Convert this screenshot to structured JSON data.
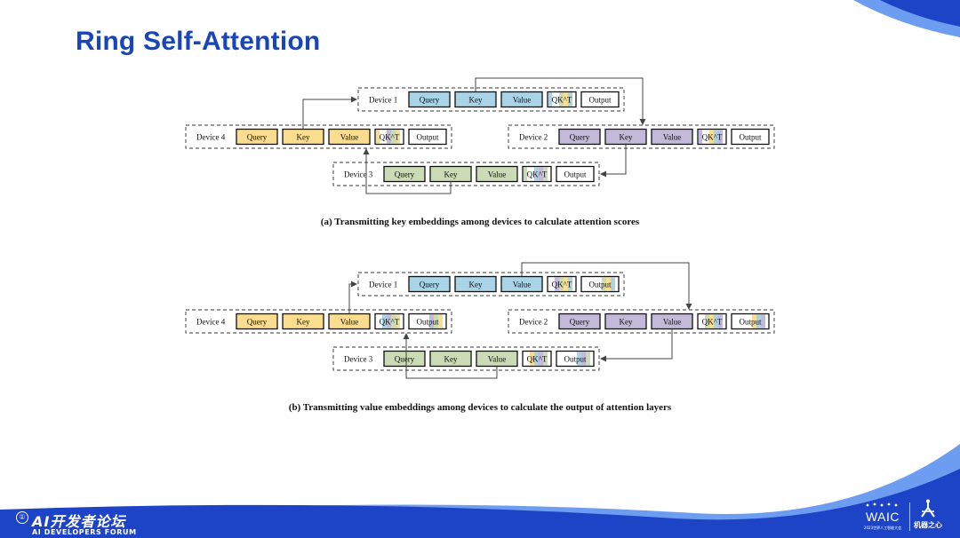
{
  "slide": {
    "title": "Ring Self-Attention",
    "footer_left": {
      "title_cn": "AI开发者论坛",
      "title_en": "AI DEVELOPERS FORUM",
      "badge": "①"
    },
    "footer_right": {
      "logo_word": "WAIC",
      "logo_sub": "2023世界人工智能大会",
      "partner_label": "机器之心"
    }
  },
  "colors": {
    "title": "#1845b8",
    "device1": "#a9d3e6",
    "device2": "#c3b9d8",
    "device3": "#cadbb6",
    "device4": "#fbdd8f",
    "ribbon_dark": "#1d43c6",
    "ribbon_light": "#6d9df0"
  },
  "diagrams": [
    {
      "caption": "(a) Transmitting key embeddings among devices to calculate attention scores",
      "devices": [
        {
          "label": "Device 1",
          "color_key": "device1",
          "blocks": [
            "Query",
            "Key",
            "Value",
            "QK^T",
            "Output"
          ]
        },
        {
          "label": "Device 2",
          "color_key": "device2",
          "blocks": [
            "Query",
            "Key",
            "Value",
            "QK^T",
            "Output"
          ]
        },
        {
          "label": "Device 3",
          "color_key": "device3",
          "blocks": [
            "Query",
            "Key",
            "Value",
            "QK^T",
            "Output"
          ]
        },
        {
          "label": "Device 4",
          "color_key": "device4",
          "blocks": [
            "Query",
            "Key",
            "Value",
            "QK^T",
            "Output"
          ]
        }
      ],
      "transmitted": "Key"
    },
    {
      "caption": "(b) Transmitting value embeddings among devices to calculate the output of attention layers",
      "devices": [
        {
          "label": "Device 1",
          "color_key": "device1",
          "blocks": [
            "Query",
            "Key",
            "Value",
            "QK^T",
            "Output"
          ]
        },
        {
          "label": "Device 2",
          "color_key": "device2",
          "blocks": [
            "Query",
            "Key",
            "Value",
            "QK^T",
            "Output"
          ]
        },
        {
          "label": "Device 3",
          "color_key": "device3",
          "blocks": [
            "Query",
            "Key",
            "Value",
            "QK^T",
            "Output"
          ]
        },
        {
          "label": "Device 4",
          "color_key": "device4",
          "blocks": [
            "Query",
            "Key",
            "Value",
            "QK^T",
            "Output"
          ]
        }
      ],
      "transmitted": "Value"
    }
  ]
}
